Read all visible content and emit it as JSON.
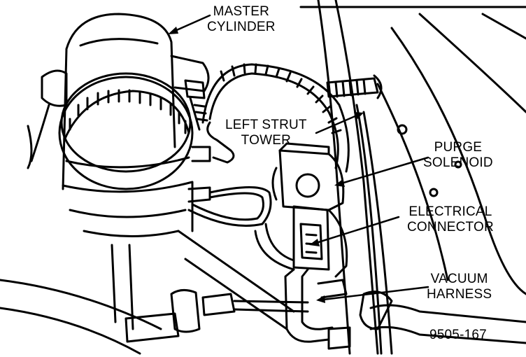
{
  "labels": {
    "master_cylinder": [
      "MASTER",
      "CYLINDER"
    ],
    "left_strut_tower": [
      "LEFT STRUT",
      "TOWER"
    ],
    "purge_solenoid": [
      "PURGE",
      "SOLENOID"
    ],
    "electrical_connector": [
      "ELECTRICAL",
      "CONNECTOR"
    ],
    "vacuum_harness": [
      "VACUUM",
      "HARNESS"
    ]
  },
  "figure_number": "9505-167"
}
